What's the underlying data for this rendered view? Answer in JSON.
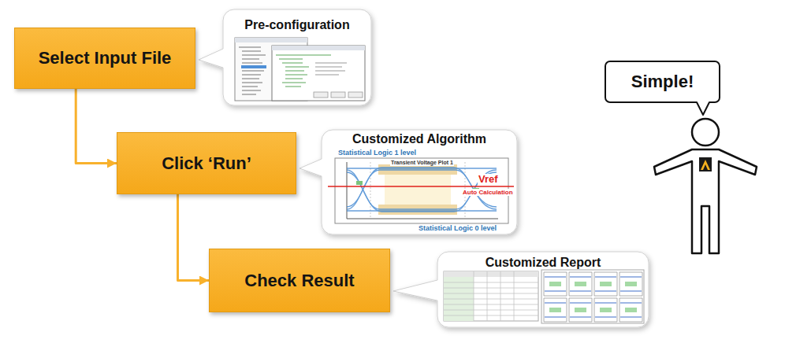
{
  "diagram": {
    "nodes": [
      {
        "text": [
          "Select Input File"
        ]
      },
      {
        "text": [
          "Pre-configuration"
        ]
      },
      {
        "text": [
          "Click ‘Run’"
        ]
      },
      {
        "text": [
          "Customized Algorithm"
        ]
      },
      {
        "text": [
          "Check Result"
        ]
      },
      {
        "text": [
          "Customized Report"
        ]
      },
      {
        "text": [
          "Simple!"
        ]
      }
    ],
    "edges": [
      {
        "from": 0,
        "to": 2,
        "arrow": "to"
      },
      {
        "from": 2,
        "to": 4,
        "arrow": "to"
      }
    ],
    "labels": [
      "Statistical Logic 1 level",
      "Vref",
      "Auto Calculation",
      "Statistical Logic 0 level",
      "Transient Voltage Plot 1"
    ]
  }
}
